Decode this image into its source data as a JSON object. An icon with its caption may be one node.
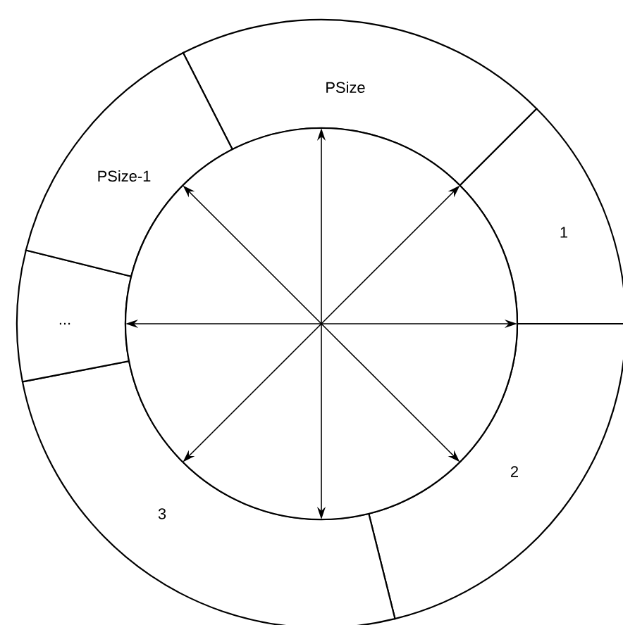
{
  "diagram": {
    "nodes": [
      {
        "text": [
          "PSize"
        ]
      },
      {
        "text": [
          "1"
        ]
      },
      {
        "text": [
          "2"
        ]
      },
      {
        "text": [
          "3"
        ]
      },
      {
        "text": [
          "..."
        ]
      },
      {
        "text": [
          "PSize-1"
        ]
      },
      {
        "text": [],
        "shape": "circle"
      }
    ],
    "edges": [
      {
        "from": 6,
        "to": 0,
        "arrow": "to"
      },
      {
        "from": 6,
        "to": 1,
        "arrow": "to"
      },
      {
        "from": 6,
        "to": 1,
        "arrow": "to"
      },
      {
        "from": 6,
        "to": 2,
        "arrow": "to"
      },
      {
        "from": 6,
        "to": 3,
        "arrow": "to"
      },
      {
        "from": 6,
        "to": 3,
        "arrow": "to"
      },
      {
        "from": 6,
        "to": 4,
        "arrow": "to"
      },
      {
        "from": 6,
        "to": 5,
        "arrow": "to"
      }
    ]
  }
}
